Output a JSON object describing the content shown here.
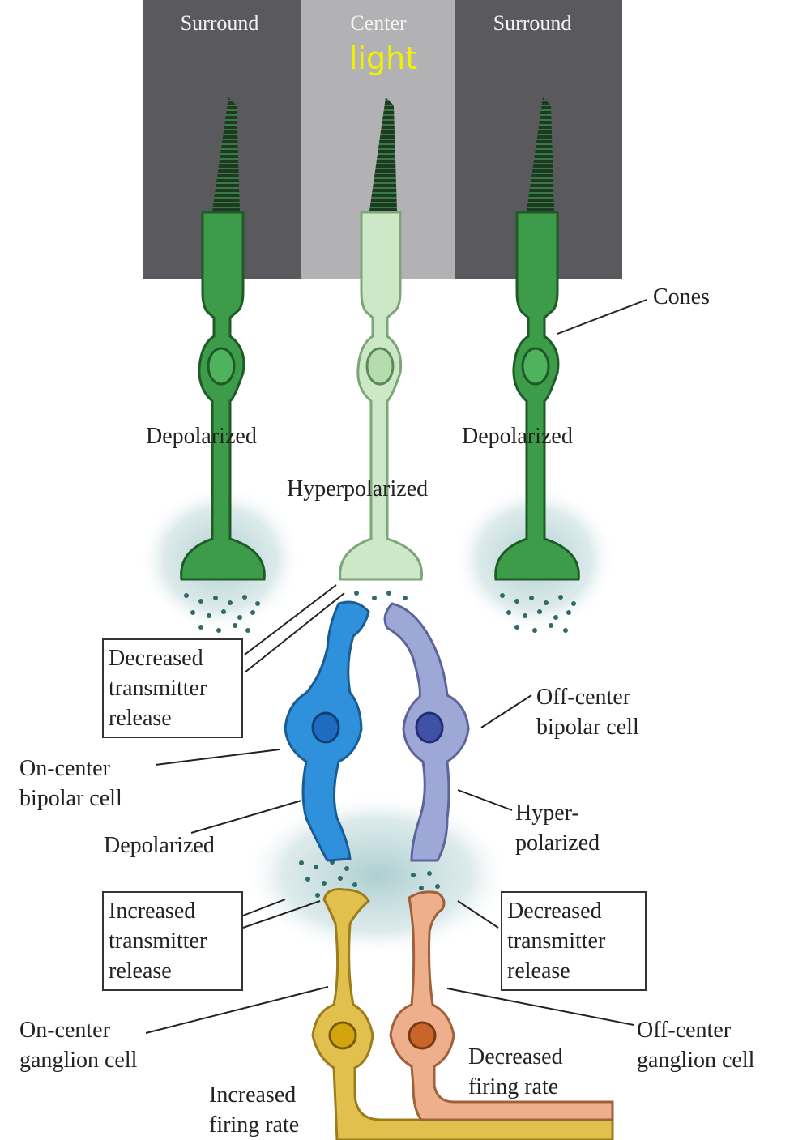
{
  "header": {
    "left": "Surround",
    "center": "Center",
    "center_note": "light",
    "right": "Surround"
  },
  "colors": {
    "surround_bg": "#5a5a5e",
    "center_bg": "#b2b2b4",
    "cone_dark": "#3c9c4a",
    "cone_light": "#cde8c6",
    "on_bipolar": "#2f91dc",
    "off_bipolar": "#9ea8d6",
    "on_ganglion": "#e2c04e",
    "off_ganglion": "#eeb08c",
    "halo": "#cfe0e2",
    "dots": "#2f6a6a"
  },
  "labels": {
    "cones": "Cones",
    "depolarized_left": "Depolarized",
    "depolarized_right": "Depolarized",
    "hyperpolarized_center": "Hyperpolarized",
    "decreased_release_top": "Decreased\ntransmitter\nrelease",
    "off_bipolar": "Off-center\nbipolar cell",
    "on_bipolar": "On-center\nbipolar cell",
    "depolarized_bipolar": "Depolarized",
    "hyperpolarized_bipolar": "Hyper-\npolarized",
    "increased_release": "Increased\ntransmitter\nrelease",
    "decreased_release_bottom": "Decreased\ntransmitter\nrelease",
    "on_ganglion": "On-center\nganglion cell",
    "off_ganglion": "Off-center\nganglion cell",
    "decreased_firing": "Decreased\nfiring rate",
    "increased_firing": "Increased\nfiring rate"
  }
}
